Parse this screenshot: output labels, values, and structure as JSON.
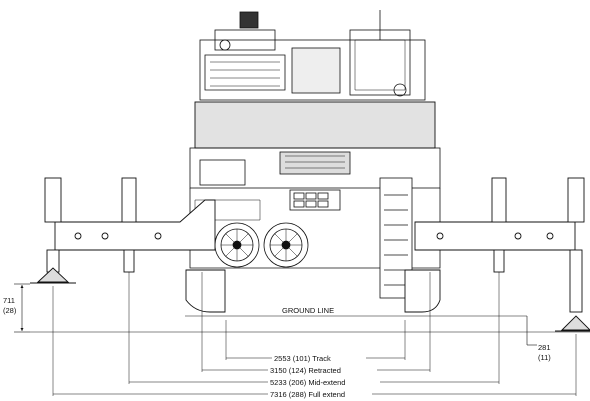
{
  "labels": {
    "ground_line": "GROUND LINE",
    "left_height": "711",
    "left_height_in": "(28)",
    "right_drop": "281",
    "right_drop_in": "(11)",
    "track": "2553 (101) Track",
    "retracted": "3150 (124) Retracted",
    "mid_extend": "5233 (206) Mid-extend",
    "full_extend": "7316 (288) Full extend"
  }
}
